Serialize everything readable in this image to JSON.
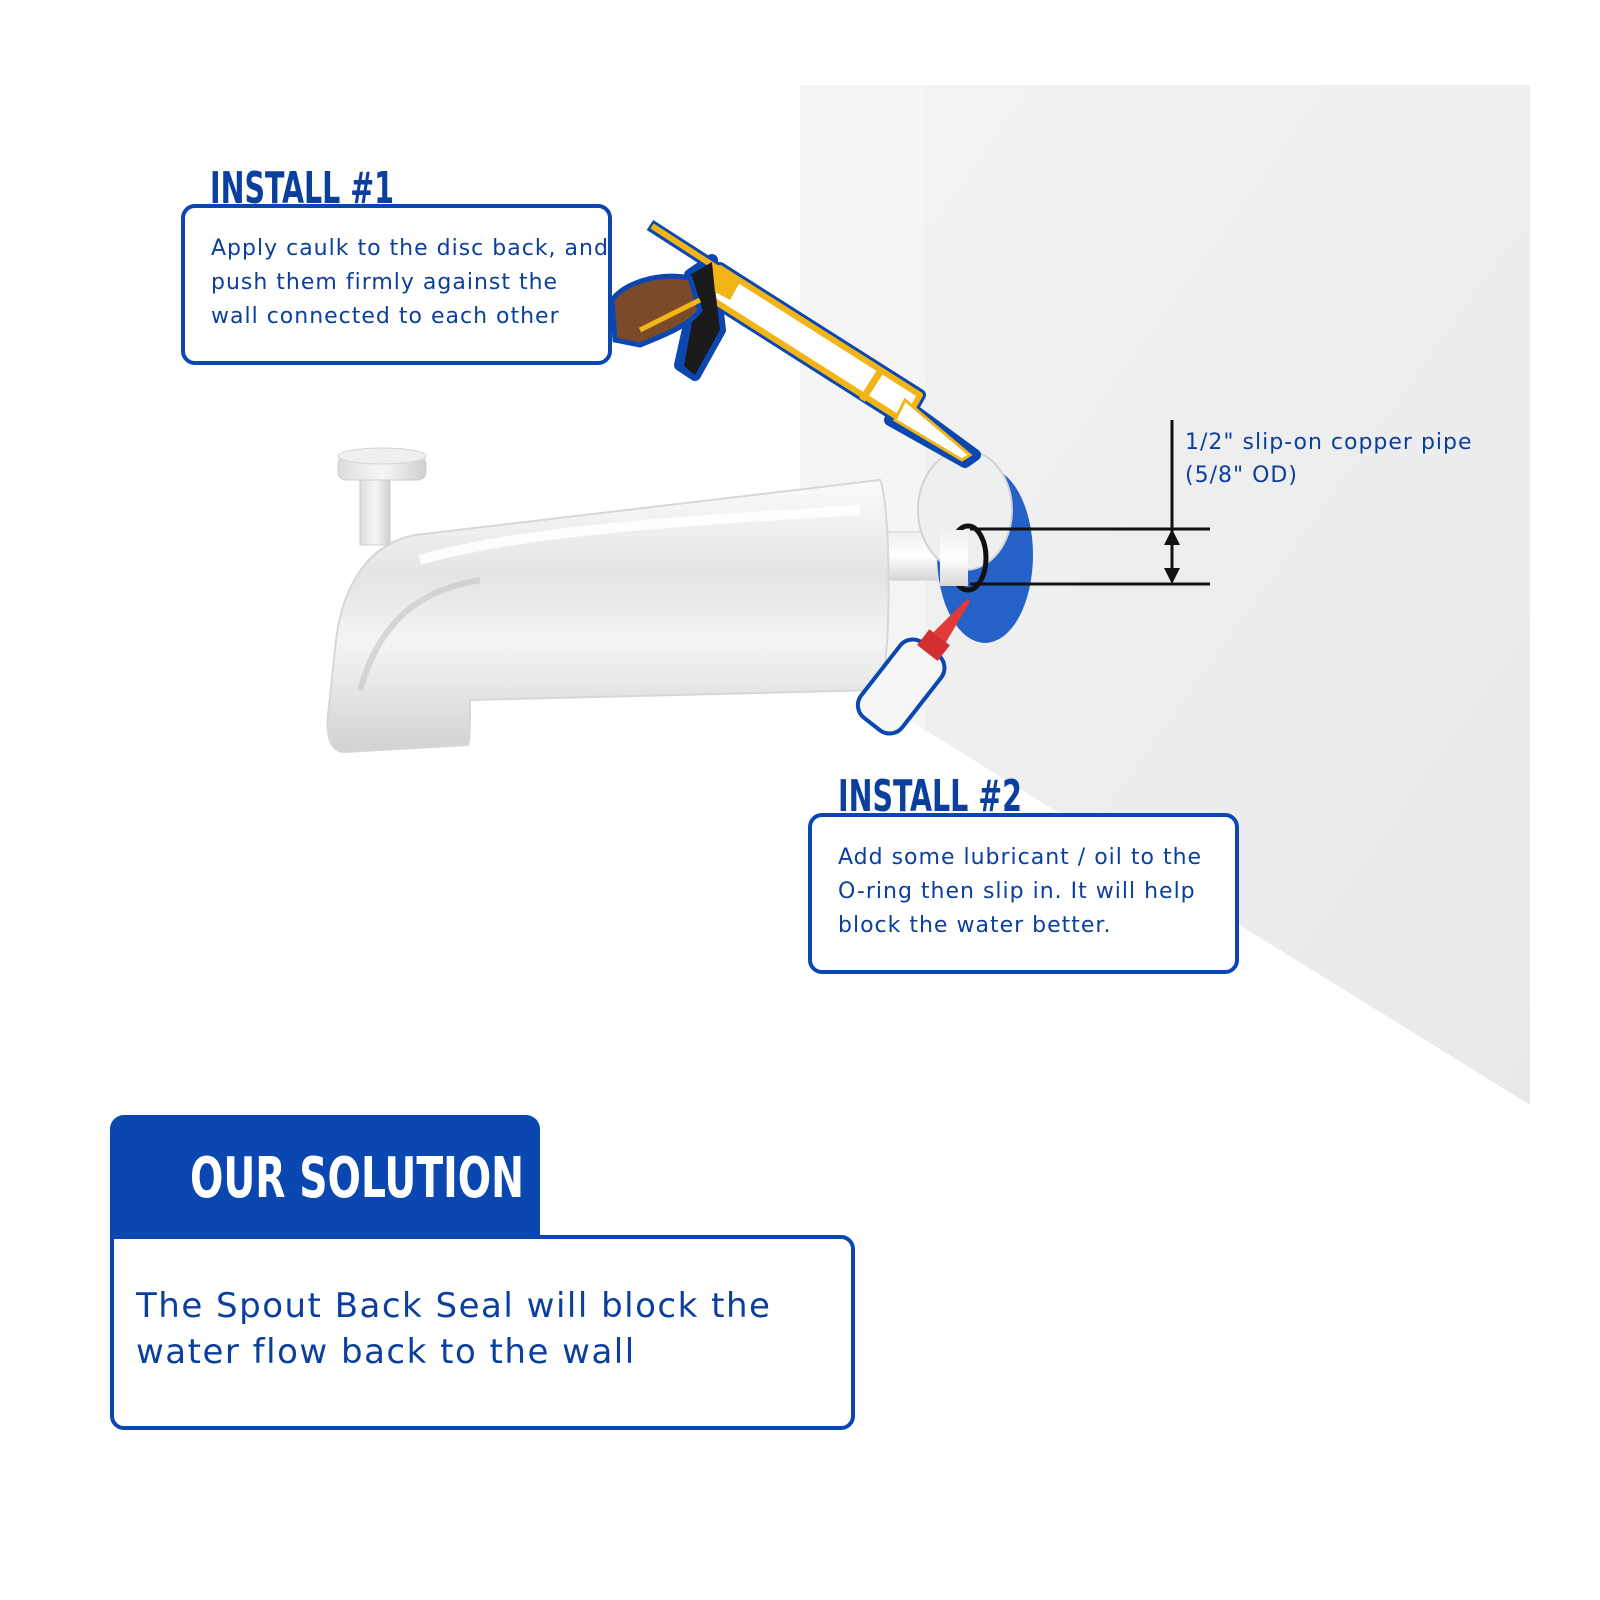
{
  "install1": {
    "heading": "INSTALL #1",
    "lines": [
      "Apply caulk to the disc back, and",
      "push them firmly against the",
      "wall connected to each other"
    ]
  },
  "install2": {
    "heading": "INSTALL #2",
    "lines": [
      "Add some lubricant / oil to the",
      "O-ring then slip in. It will help",
      "block the water better."
    ]
  },
  "pipe_dimension": {
    "lines": [
      "1/2\" slip-on copper pipe",
      "(5/8\" OD)"
    ]
  },
  "solution": {
    "title": "OUR SOLUTION",
    "lines": [
      "The Spout Back Seal will block the",
      "water flow back to the wall"
    ]
  },
  "colors": {
    "brand_blue": "#0a47b0",
    "text_blue": "#0b3f9e",
    "seal_blue": "#2462c8",
    "caulk_gun_yellow": "#f2b518"
  }
}
